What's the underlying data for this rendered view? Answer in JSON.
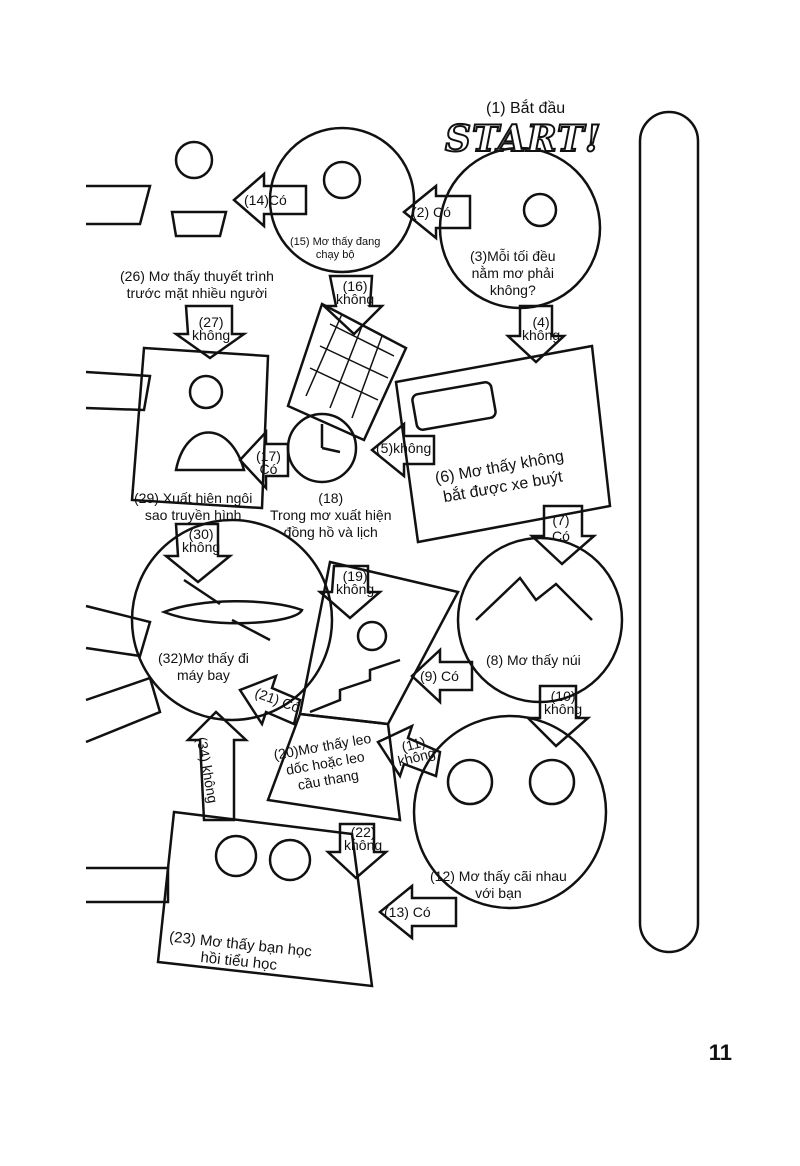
{
  "page_number": "11",
  "start": {
    "title": "(1) Bắt đầu",
    "logo_text": "START!"
  },
  "nodes": {
    "n3": "(3)Mỗi tối đều\nnằm mơ phải\nkhông?",
    "n6": "(6) Mơ thấy không\nbắt được xe buýt",
    "n8": "(8) Mơ thấy núi",
    "n12": "(12) Mơ thấy cãi nhau\nvới bạn",
    "n15": "(15) Mơ thấy đang\nchạy bộ",
    "n18": "(18)\nTrong mơ xuất hiện\nđồng hồ và lịch",
    "n20": "(20)Mơ thấy leo\ndốc hoặc leo\ncầu thang",
    "n23": "(23) Mơ thấy bạn học\nhồi tiểu học",
    "n26": "(26) Mơ thấy thuyết trình\ntrước mặt nhiều người",
    "n29": "(29) Xuất hiện ngôi\nsao truyền hình",
    "n32": "(32)Mơ thấy đi\nmáy bay"
  },
  "arrows": {
    "a2": "(2) Có",
    "a4": "(4)\nkhông",
    "a5": "(5)không",
    "a7": "(7)\nCó",
    "a9": "(9) Có",
    "a10": "(10)\nkhông",
    "a11": "(11)\nkhông",
    "a13": "(13) Có",
    "a14": "(14)Có",
    "a16": "(16)\nkhông",
    "a17": "(17)\nCó",
    "a19": "(19)\nkhông",
    "a21": "(21) Có",
    "a22": "(22)\nkhông",
    "a27": "(27)\nkhông",
    "a30": "(30)\nkhông",
    "a34": "(34) không"
  }
}
